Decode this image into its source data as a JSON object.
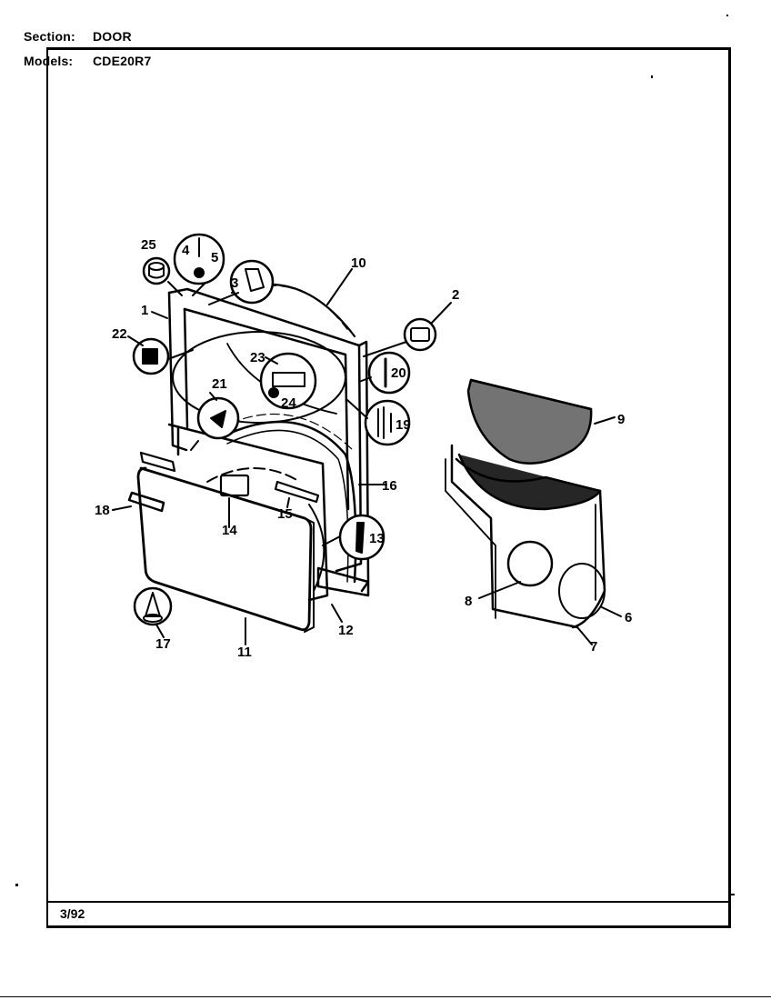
{
  "header": {
    "section_label": "Section:",
    "section_value": "DOOR",
    "models_label": "Models:",
    "models_value": "CDE20R7"
  },
  "footer": {
    "date_code": "3/92"
  },
  "diagram": {
    "title": "Door exploded parts view",
    "callouts": [
      {
        "id": "1",
        "label": "1"
      },
      {
        "id": "2",
        "label": "2"
      },
      {
        "id": "3",
        "label": "3"
      },
      {
        "id": "4",
        "label": "4"
      },
      {
        "id": "5",
        "label": "5"
      },
      {
        "id": "6",
        "label": "6"
      },
      {
        "id": "7",
        "label": "7"
      },
      {
        "id": "8",
        "label": "8"
      },
      {
        "id": "9",
        "label": "9"
      },
      {
        "id": "10",
        "label": "10"
      },
      {
        "id": "11",
        "label": "11"
      },
      {
        "id": "12",
        "label": "12"
      },
      {
        "id": "13",
        "label": "13"
      },
      {
        "id": "14",
        "label": "14"
      },
      {
        "id": "15",
        "label": "15"
      },
      {
        "id": "16",
        "label": "16"
      },
      {
        "id": "17",
        "label": "17"
      },
      {
        "id": "18",
        "label": "18"
      },
      {
        "id": "19",
        "label": "19"
      },
      {
        "id": "20",
        "label": "20"
      },
      {
        "id": "21",
        "label": "21"
      },
      {
        "id": "22",
        "label": "22"
      },
      {
        "id": "23",
        "label": "23"
      },
      {
        "id": "24",
        "label": "24"
      },
      {
        "id": "25",
        "label": "25"
      }
    ]
  }
}
